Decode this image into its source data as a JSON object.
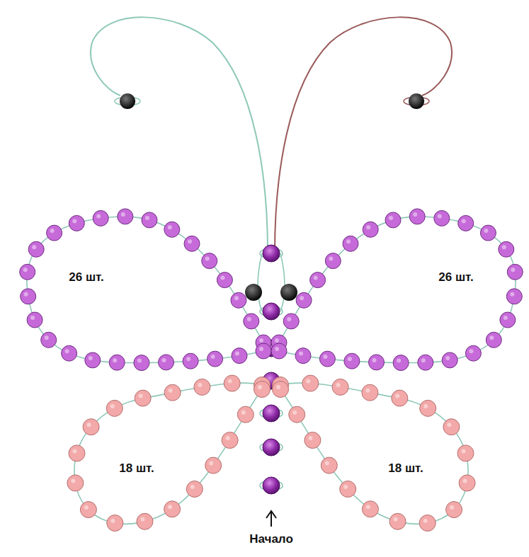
{
  "diagram": {
    "nodes": [
      {
        "text": [
          "26 шт."
        ]
      },
      {
        "text": [
          "26 шт."
        ]
      },
      {
        "text": [
          "18 шт."
        ]
      },
      {
        "text": [
          "18 шт."
        ]
      }
    ],
    "labels": [
      "Начало"
    ]
  }
}
